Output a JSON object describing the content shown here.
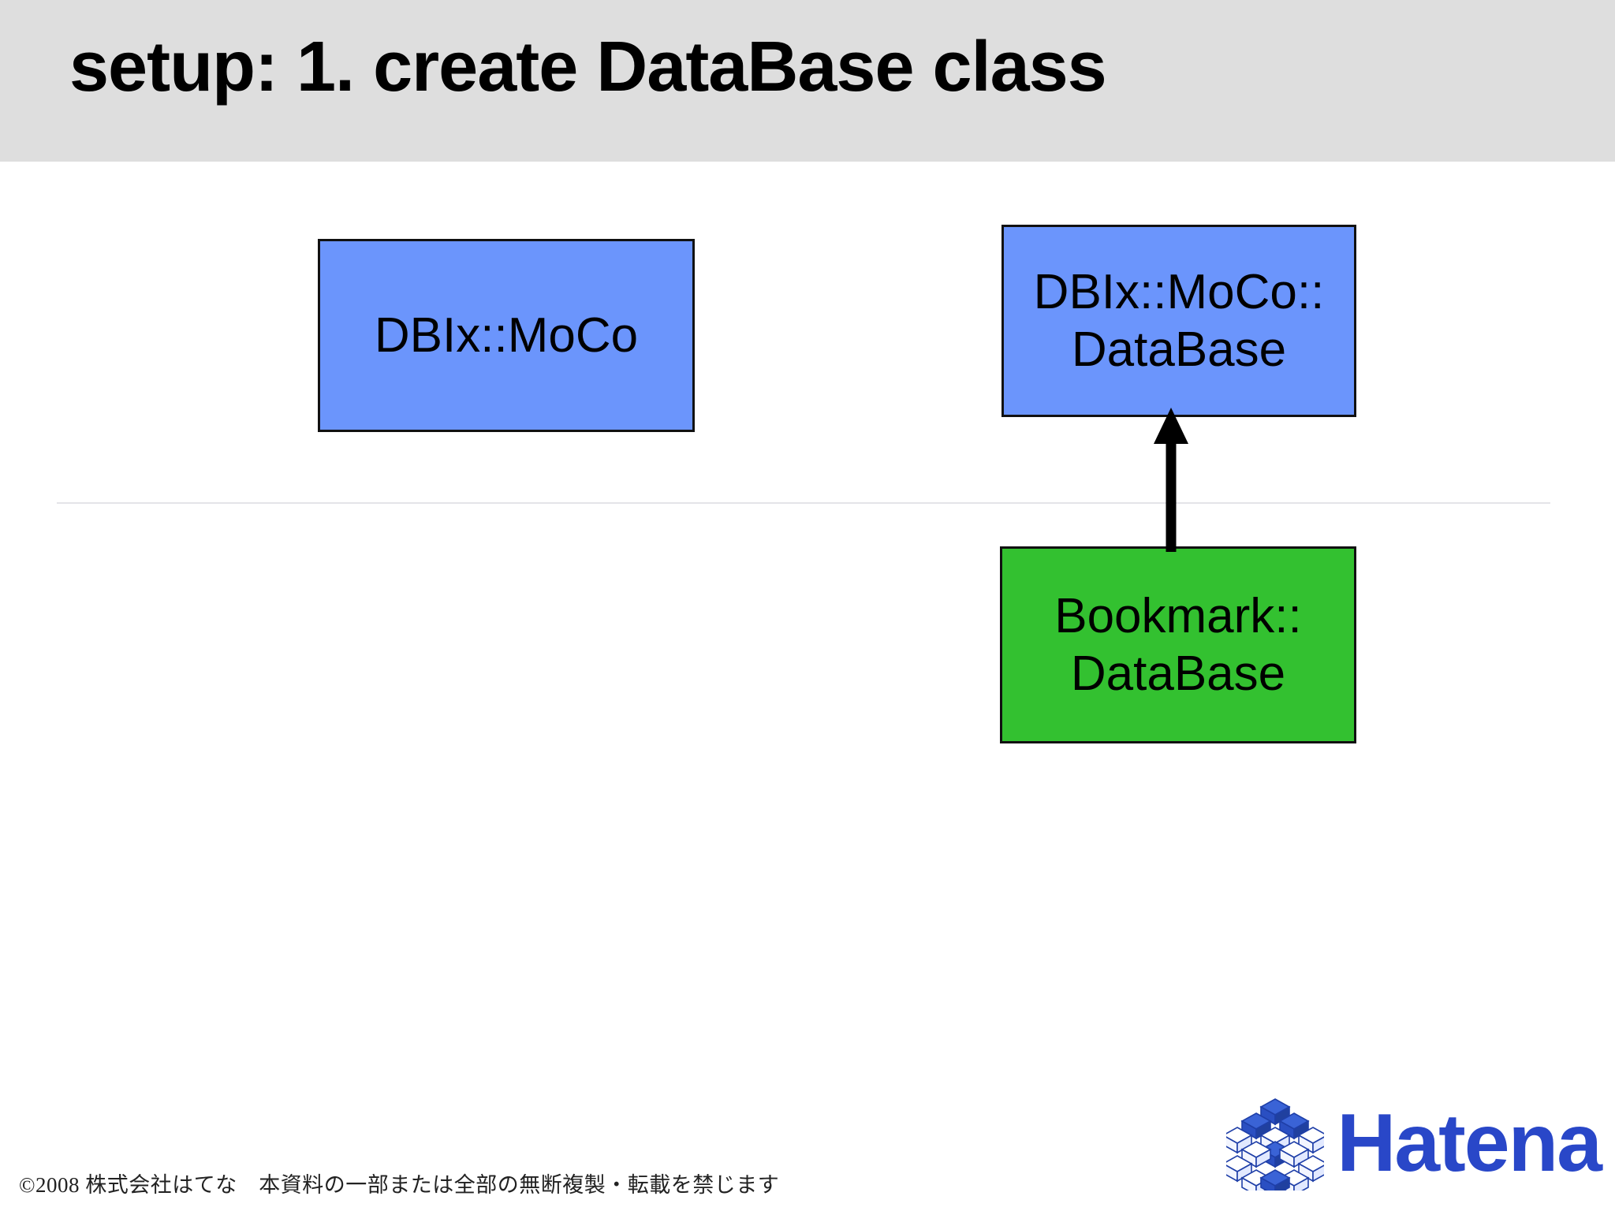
{
  "slide": {
    "title": "setup: 1. create DataBase class",
    "header_background": "#dedede"
  },
  "diagram": {
    "type": "class-inheritance",
    "nodes": [
      {
        "id": "dbix-moco",
        "label": "DBIx::MoCo",
        "lines": [
          "DBIx::MoCo"
        ],
        "color": "#6b95fc",
        "border_color": "#111111"
      },
      {
        "id": "dbix-moco-database",
        "label": "DBIx::MoCo::DataBase",
        "lines": [
          "DBIx::MoCo::",
          "DataBase"
        ],
        "color": "#6b95fc",
        "border_color": "#111111"
      },
      {
        "id": "bookmark-database",
        "label": "Bookmark::DataBase",
        "lines": [
          "Bookmark::",
          "DataBase"
        ],
        "color": "#33c130",
        "border_color": "#111111"
      }
    ],
    "edges": [
      {
        "from": "bookmark-database",
        "to": "dbix-moco-database",
        "style": "solid",
        "arrow": "up",
        "color": "#000000"
      }
    ],
    "divider_color": "#e4e4e8"
  },
  "footer": {
    "copyright": "©2008  株式会社はてな　本資料の一部または全部の無断複製・転載を禁じます",
    "logo_text": "Hatena",
    "logo_color": "#2947c8"
  }
}
